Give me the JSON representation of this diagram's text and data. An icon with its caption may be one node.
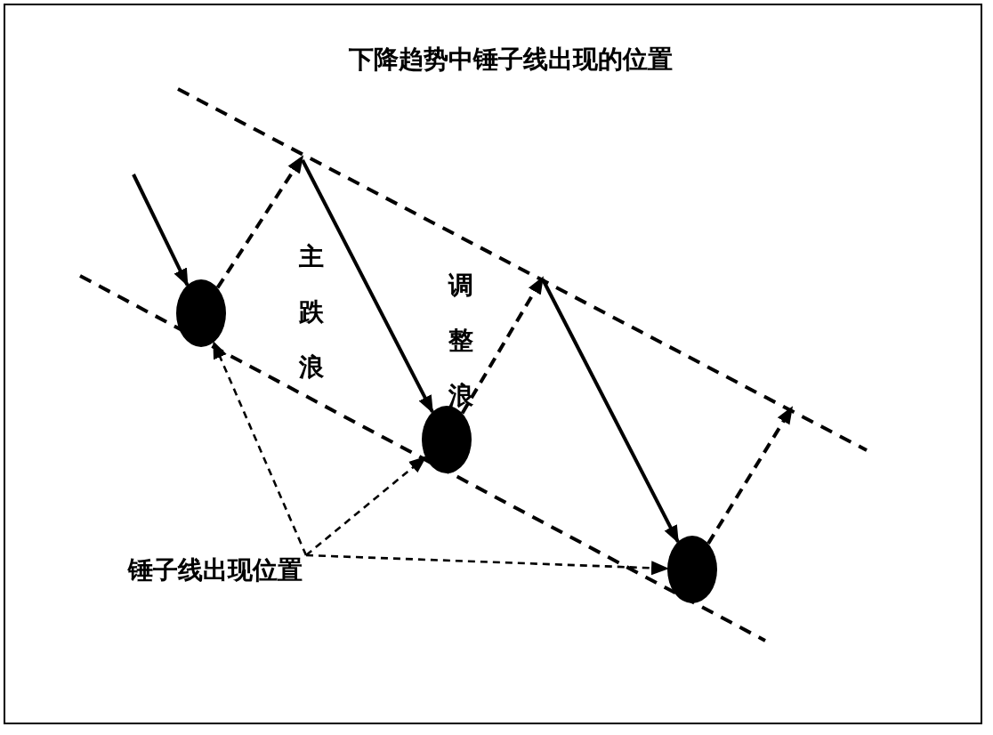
{
  "diagram": {
    "title": "下降趋势中锤子线出现的位置",
    "nodes": [
      {
        "text": [],
        "shape": "circle"
      },
      {
        "text": [],
        "shape": "circle"
      },
      {
        "text": [],
        "shape": "circle"
      },
      {
        "text": [
          "锤子线出现位置"
        ]
      }
    ],
    "edges": [
      {
        "from": null,
        "to": 0,
        "arrow": "to"
      },
      {
        "from": 0,
        "to": null,
        "arrow": "to",
        "style": "dashed"
      },
      {
        "from": null,
        "to": 1,
        "arrow": "to"
      },
      {
        "from": 1,
        "to": null,
        "arrow": "to",
        "style": "dashed"
      },
      {
        "from": null,
        "to": 2,
        "arrow": "to"
      },
      {
        "from": 2,
        "to": null,
        "arrow": "to",
        "style": "dashed"
      },
      {
        "from": 3,
        "to": 0,
        "arrow": "to",
        "style": "dashed"
      },
      {
        "from": 3,
        "to": 1,
        "arrow": "to",
        "style": "dashed"
      },
      {
        "from": 3,
        "to": 2,
        "arrow": "to",
        "style": "dashed"
      }
    ],
    "labels": [
      "主跌浪",
      "调整浪"
    ]
  }
}
